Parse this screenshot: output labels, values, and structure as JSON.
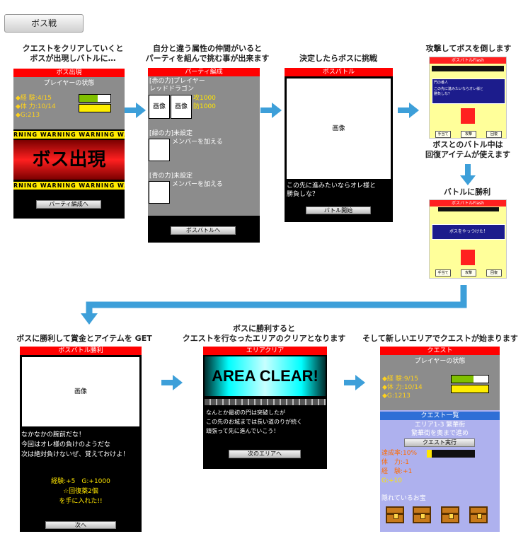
{
  "header": {
    "tab_label": "ボス戦"
  },
  "captions": {
    "c1": "クエストをクリアしていくと\nボスが出現しバトルに…",
    "c2": "自分と違う属性の仲間がいると\nパーティを組んで挑む事が出来ます",
    "c3": "決定したらボスに挑戦",
    "c4": "攻撃してボスを倒します",
    "c5": "ボスとのバトル中は\n回復アイテムが使えます",
    "c6": "バトルに勝利",
    "c7": "ボスに勝利して賞金とアイテムを GET",
    "c8": "ボスに勝利すると\nクエストを行なったエリアのクリアとなります",
    "c9": "そして新しいエリアでクエストが始まります"
  },
  "s1": {
    "title": "ボス出現",
    "subtitle": "プレイヤーの状態",
    "stats": "◆経 験:4/15\n◆体 力:10/14\n◆G:213",
    "warning": "RNING WARNING WARNING WARING WARNING WARNING",
    "banner": "ボス出現",
    "button": "パーティ編成へ"
  },
  "s2": {
    "title": "パーティ編成",
    "slot1_line1": "[赤の力]プレイヤー",
    "slot1_line2": "レッドドラゴン",
    "img": "画像",
    "atk": "攻1000",
    "def": "防1000",
    "slot2_line1": "[緑の力]未設定",
    "slot2_line2": "メンバーを加える",
    "slot3_line1": "[青の力]未設定",
    "slot3_line2": "メンバーを加える",
    "button": "ボスバトルへ"
  },
  "s3": {
    "title": "ボスバトル",
    "img": "画像",
    "text": "この先に進みたいならオレ様と\n勝負しな？",
    "button": "バトル開始"
  },
  "s4": {
    "title": "ボスバトルFlash",
    "name": "門の番人",
    "text": "この先に進みたいならオレ様と\n勝負しな？",
    "b1": "手当て",
    "b2": "攻撃",
    "b3": "回復"
  },
  "s5": {
    "title": "ボスバトルFlash",
    "text": "ボスをやっつけた！",
    "b1": "手当て",
    "b2": "攻撃",
    "b3": "回復"
  },
  "s6": {
    "title": "ボスバトル勝利",
    "img": "画像",
    "text": "なかなかの腕前だな！\n今回はオレ様の負けのようだな\n次は絶対負けないぜ、覚えておけよ！",
    "reward": "経験:+5　G:+1000\n☆回復薬2個\nを手に入れた!!",
    "button": "次へ"
  },
  "s7": {
    "title": "エリアクリア",
    "banner": "AREA CLEAR!",
    "text": "なんとか最初の門は突破したが\nこの先のお城までは長い道のりが続く\n頑張って先に進んでいこう！",
    "button": "次のエリアへ"
  },
  "s8": {
    "title": "クエスト",
    "subtitle": "プレイヤーの状態",
    "stats": "◆経 験:9/15\n◆体 力:10/14\n◆G:1213",
    "list_title": "クエスト一覧",
    "area": "エリア1-3 繁華街",
    "desc": "繁華街を奥まで進め",
    "button": "クエスト実行",
    "rate": "達成率:10%",
    "hp": "体　力:-1",
    "exp": "経　験:+1",
    "gold": "G:+10",
    "treasure": "隠れているお宝"
  }
}
